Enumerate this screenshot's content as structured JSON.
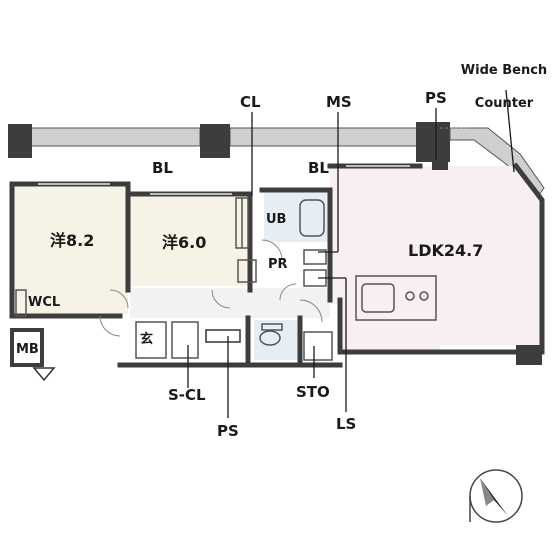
{
  "rooms": {
    "western_8": "洋8.2",
    "western_6": "洋6.0",
    "ldk": "LDK24.7",
    "ub": "UB",
    "pr": "PR",
    "wcl": "WCL",
    "mb": "MB",
    "entrance": "玄"
  },
  "callouts": {
    "cl": "CL",
    "ms": "MS",
    "ps_top": "PS",
    "bl_left": "BL",
    "bl_right": "BL",
    "s_cl": "S-CL",
    "ps_bottom": "PS",
    "sto": "STO",
    "ls": "LS",
    "bench_line1": "Wide Bench",
    "bench_line2": "Counter"
  },
  "icons": {
    "compass": "north-arrow-icon"
  },
  "colors": {
    "wall": "#3d3d3d",
    "balcony": "#bdbdbd",
    "floor_western": "#f6f3e6",
    "floor_ldk": "#f7eff3",
    "floor_wet": "#e6eef4"
  }
}
